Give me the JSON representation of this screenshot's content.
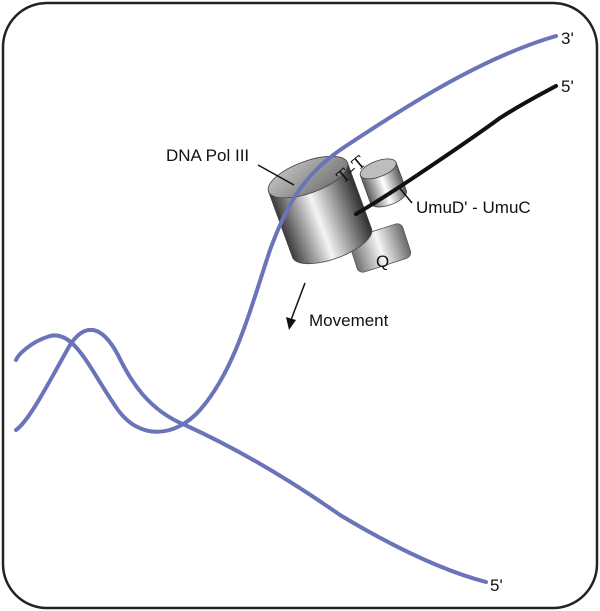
{
  "labels": {
    "strand_top_end": "3'",
    "strand_black_end": "5'",
    "strand_bottom_end": "5'",
    "polymerase": "DNA Pol III",
    "dimer": "T–T",
    "umu_complex": "UmuD' - UmuC",
    "subunit": "Q",
    "movement": "Movement"
  },
  "colors": {
    "dna_strand": "#6b74b8",
    "new_strand": "#111111",
    "frame": "#222222",
    "protein_dark": "#3a3a3a",
    "protein_light": "#f2f2f2"
  },
  "icons": {
    "movement_arrow": "arrow-down-left-icon"
  }
}
